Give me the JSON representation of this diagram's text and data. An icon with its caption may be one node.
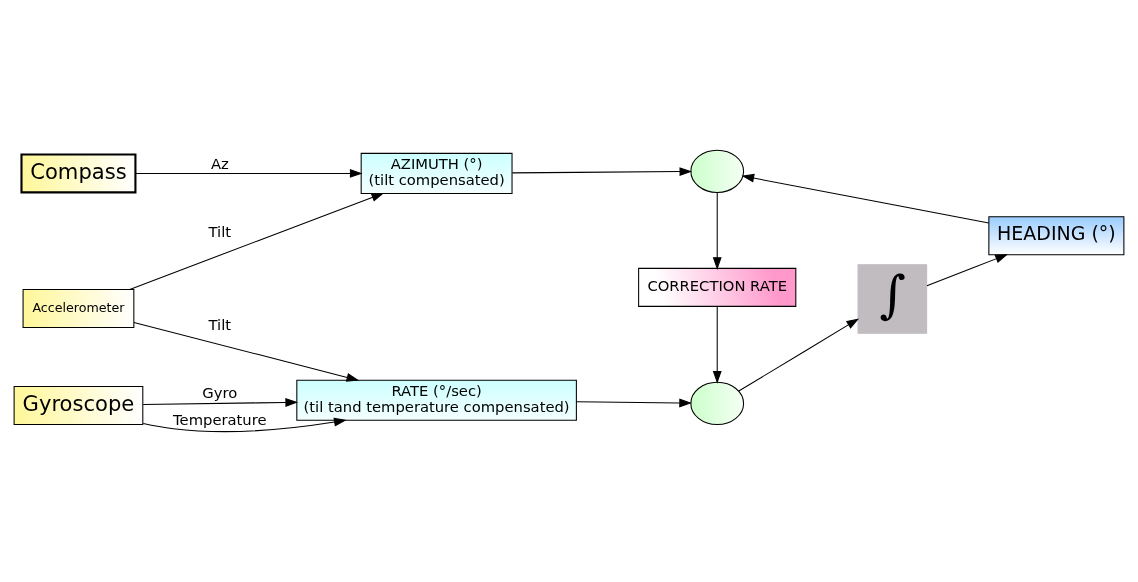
{
  "diagram": {
    "nodes": [
      {
        "text": [
          "Compass"
        ]
      },
      {
        "text": [
          "AZIMUTH (°)",
          "(tilt compensated)"
        ]
      },
      {
        "text": [],
        "shape": "circle"
      },
      {
        "text": [
          "HEADING (°)"
        ]
      },
      {
        "text": [
          "Accelerometer"
        ]
      },
      {
        "text": [
          "CORRECTION RATE"
        ]
      },
      {
        "text": [
          "Gyroscope"
        ]
      },
      {
        "text": [
          "RATE (°/sec)",
          "(til tand temperature compensated)"
        ]
      },
      {
        "text": [],
        "shape": "circle"
      },
      {
        "text": [
          "∫"
        ]
      }
    ],
    "edges": [
      {
        "from": 0,
        "to": 1,
        "arrow": "to",
        "label": "Az"
      },
      {
        "from": 1,
        "to": 2,
        "arrow": "to"
      },
      {
        "from": 3,
        "to": 2,
        "arrow": "to"
      },
      {
        "from": 4,
        "to": 1,
        "arrow": "to",
        "label": "Tilt"
      },
      {
        "from": 4,
        "to": 7,
        "arrow": "to",
        "label": "Tilt"
      },
      {
        "from": 2,
        "to": 5,
        "arrow": "to"
      },
      {
        "from": 5,
        "to": 8,
        "arrow": "to"
      },
      {
        "from": 6,
        "to": 7,
        "arrow": "to",
        "label": "Gyro"
      },
      {
        "from": 6,
        "to": 7,
        "arrow": "to",
        "label": "Temperature"
      },
      {
        "from": 7,
        "to": 8,
        "arrow": "to"
      },
      {
        "from": 8,
        "to": 9,
        "arrow": "to"
      },
      {
        "from": 9,
        "to": 3,
        "arrow": "to"
      }
    ]
  }
}
